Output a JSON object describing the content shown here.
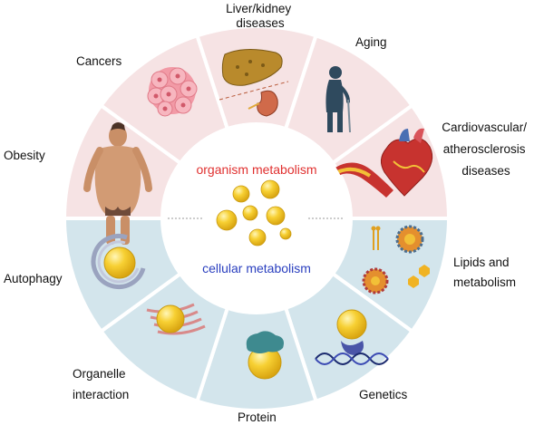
{
  "colors": {
    "top_sector": "#f6e3e4",
    "bottom_sector": "#d3e5ec",
    "separator": "#ffffff",
    "organism_text": "#e0302f",
    "cellular_text": "#2a3fbf",
    "droplet": "#f5cb23",
    "droplet_outline": "#c99a10"
  },
  "center": {
    "organism_label": "organism metabolism",
    "cellular_label": "cellular metabolism"
  },
  "sectors": [
    {
      "key": "obesity",
      "label_lines": [
        "Obesity"
      ],
      "icon": "obese-person-icon"
    },
    {
      "key": "cancers",
      "label_lines": [
        "Cancers"
      ],
      "icon": "tumor-cell-cluster-icon"
    },
    {
      "key": "liver",
      "label_lines": [
        "Liver/kidney",
        "diseases"
      ],
      "icon": "liver-kidney-icon"
    },
    {
      "key": "aging",
      "label_lines": [
        "Aging"
      ],
      "icon": "elderly-person-icon"
    },
    {
      "key": "cardio",
      "label_lines": [
        "Cardiovascular/",
        "atherosclerosis",
        "diseases"
      ],
      "icon": "heart-artery-icon"
    },
    {
      "key": "lipids",
      "label_lines": [
        "Lipids and",
        "metabolism"
      ],
      "icon": "lipoprotein-icon"
    },
    {
      "key": "genetics",
      "label_lines": [
        "Genetics"
      ],
      "icon": "dna-droplet-icon"
    },
    {
      "key": "protein",
      "label_lines": [
        "Protein"
      ],
      "icon": "protein-droplet-icon"
    },
    {
      "key": "organelle",
      "label_lines": [
        "Organelle",
        "interaction"
      ],
      "icon": "er-droplet-icon"
    },
    {
      "key": "autophagy",
      "label_lines": [
        "Autophagy"
      ],
      "icon": "autophagosome-icon"
    }
  ]
}
